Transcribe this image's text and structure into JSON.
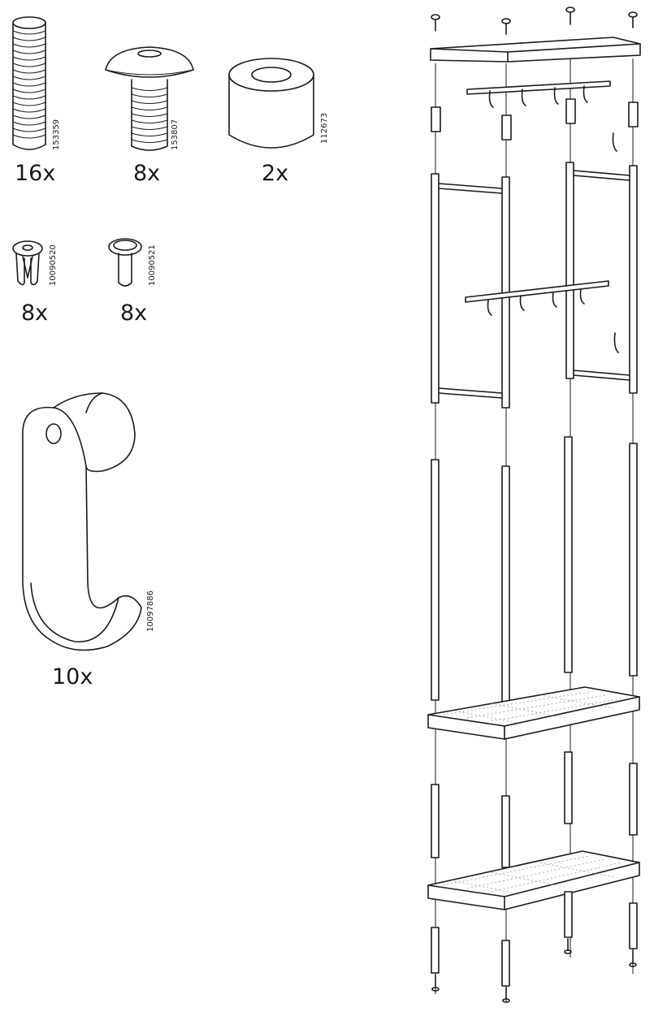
{
  "parts": [
    {
      "code": "153359",
      "qty": "16x",
      "icon": "threaded-dowel-icon"
    },
    {
      "code": "153807",
      "qty": "8x",
      "icon": "mushroom-screw-icon"
    },
    {
      "code": "112673",
      "qty": "2x",
      "icon": "cap-icon"
    },
    {
      "code": "10090520",
      "qty": "8x",
      "icon": "plastic-plug-icon"
    },
    {
      "code": "10090521",
      "qty": "8x",
      "icon": "pin-icon"
    },
    {
      "code": "10097886",
      "qty": "10x",
      "icon": "s-hook-icon"
    }
  ]
}
